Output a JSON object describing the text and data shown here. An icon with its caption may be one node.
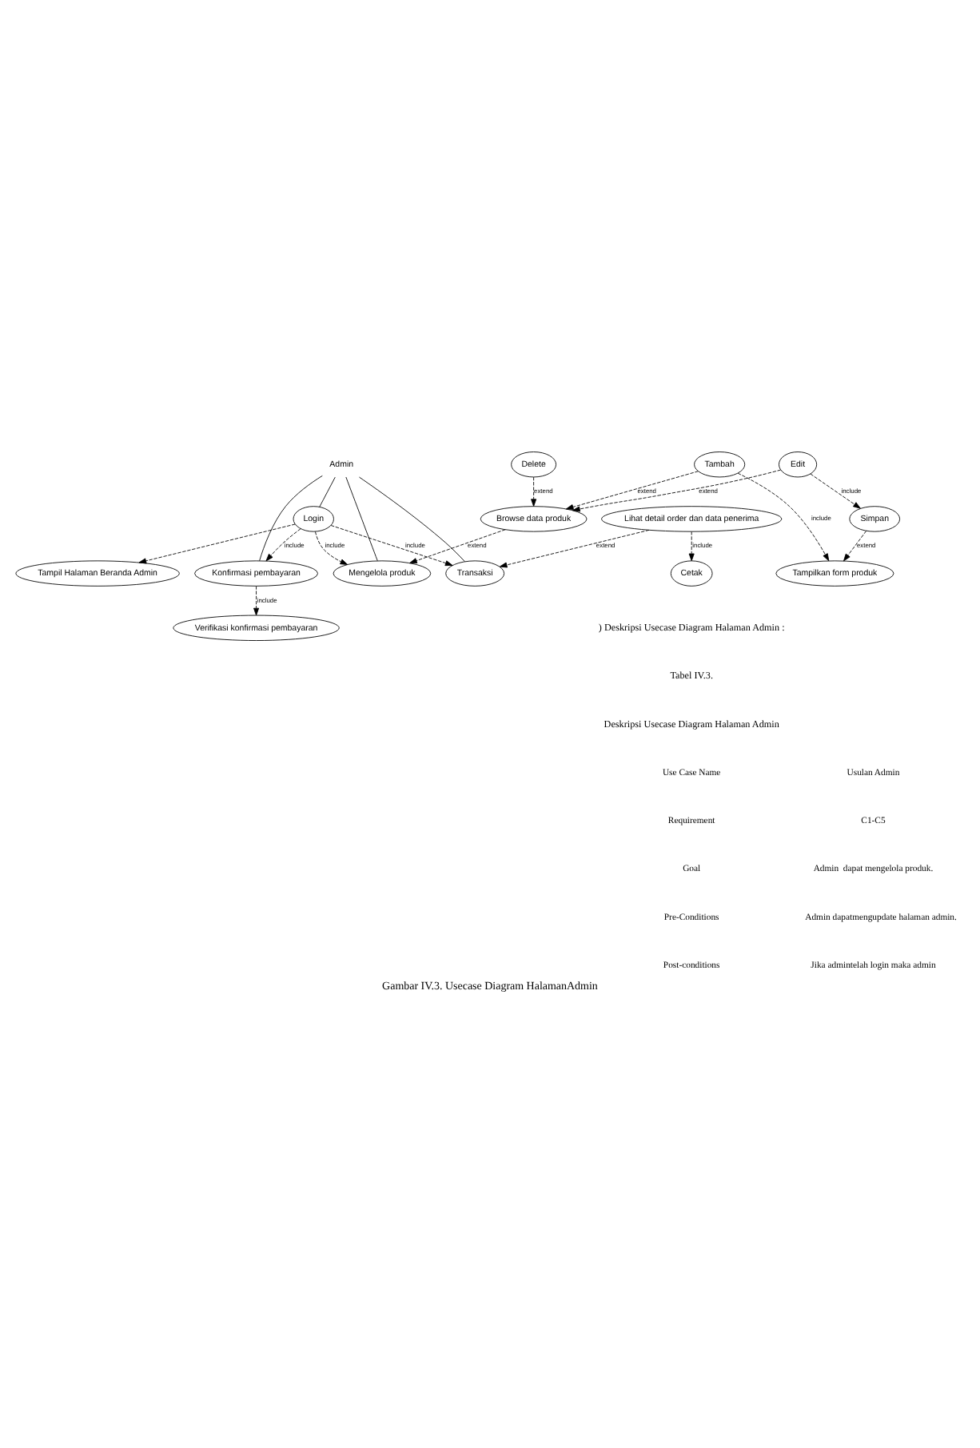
{
  "diagram": {
    "caption": "Gambar IV.3. Usecase Diagram HalamanAdmin",
    "nodes": [
      {
        "text": [
          "Admin"
        ]
      },
      {
        "text": [
          "Login"
        ]
      },
      {
        "text": [
          "Tampil Halaman Beranda Admin"
        ]
      },
      {
        "text": [
          "Mengelola produk"
        ]
      },
      {
        "text": [
          "Browse data produk"
        ]
      },
      {
        "text": [
          "Tambah"
        ]
      },
      {
        "text": [
          "Tampilkan form produk"
        ]
      },
      {
        "text": [
          "Delete"
        ]
      },
      {
        "text": [
          "Edit"
        ]
      },
      {
        "text": [
          "Simpan"
        ]
      },
      {
        "text": [
          "Konfirmasi pembayaran"
        ]
      },
      {
        "text": [
          "Verifikasi konfirmasi pembayaran"
        ]
      },
      {
        "text": [
          "Transaksi"
        ]
      },
      {
        "text": [
          "Lihat detail order dan data penerima"
        ]
      },
      {
        "text": [
          "Cetak"
        ]
      }
    ],
    "edges": [
      {
        "from": 0,
        "to": 1,
        "arrow": "none"
      },
      {
        "from": 0,
        "to": 3,
        "arrow": "none"
      },
      {
        "from": 0,
        "to": 10,
        "arrow": "none"
      },
      {
        "from": 0,
        "to": 12,
        "arrow": "none"
      },
      {
        "from": 1,
        "to": 2,
        "arrow": "to",
        "style": "dashed"
      },
      {
        "from": 1,
        "to": 3,
        "arrow": "to",
        "style": "dashed",
        "label": "include"
      },
      {
        "from": 1,
        "to": 10,
        "arrow": "to",
        "style": "dashed",
        "label": "include"
      },
      {
        "from": 1,
        "to": 12,
        "arrow": "to",
        "style": "dashed",
        "label": "include"
      },
      {
        "from": 4,
        "to": 3,
        "arrow": "to",
        "style": "dashed",
        "label": "extend"
      },
      {
        "from": 5,
        "to": 4,
        "arrow": "to",
        "style": "dashed",
        "label": "extend"
      },
      {
        "from": 5,
        "to": 6,
        "arrow": "to",
        "style": "dashed",
        "label": "include"
      },
      {
        "from": 7,
        "to": 4,
        "arrow": "to",
        "style": "dashed",
        "label": "extend"
      },
      {
        "from": 8,
        "to": 4,
        "arrow": "to",
        "style": "dashed",
        "label": "extend"
      },
      {
        "from": 8,
        "to": 9,
        "arrow": "to",
        "style": "dashed",
        "label": "include"
      },
      {
        "from": 9,
        "to": 6,
        "arrow": "to",
        "style": "dashed",
        "label": "extend"
      },
      {
        "from": 10,
        "to": 11,
        "arrow": "to",
        "style": "dashed",
        "label": "include"
      },
      {
        "from": 13,
        "to": 12,
        "arrow": "to",
        "style": "dashed",
        "label": "extend"
      },
      {
        "from": 13,
        "to": 14,
        "arrow": "to",
        "style": "dashed",
        "label": "include"
      }
    ],
    "labels": [
      ") Deskripsi Usecase Diagram Halaman Admin :",
      "Tabel IV.3.",
      "Deskripsi Usecase Diagram Halaman Admin",
      "Use Case Name",
      "Usulan Admin",
      "Requirement",
      "C1-C5",
      "Goal",
      "Admin  dapat mengelola produk.",
      "Pre-Conditions",
      "Admin dapatmengupdate halaman admin.",
      "Post-conditions",
      "Jika admintelah login maka admin"
    ]
  }
}
